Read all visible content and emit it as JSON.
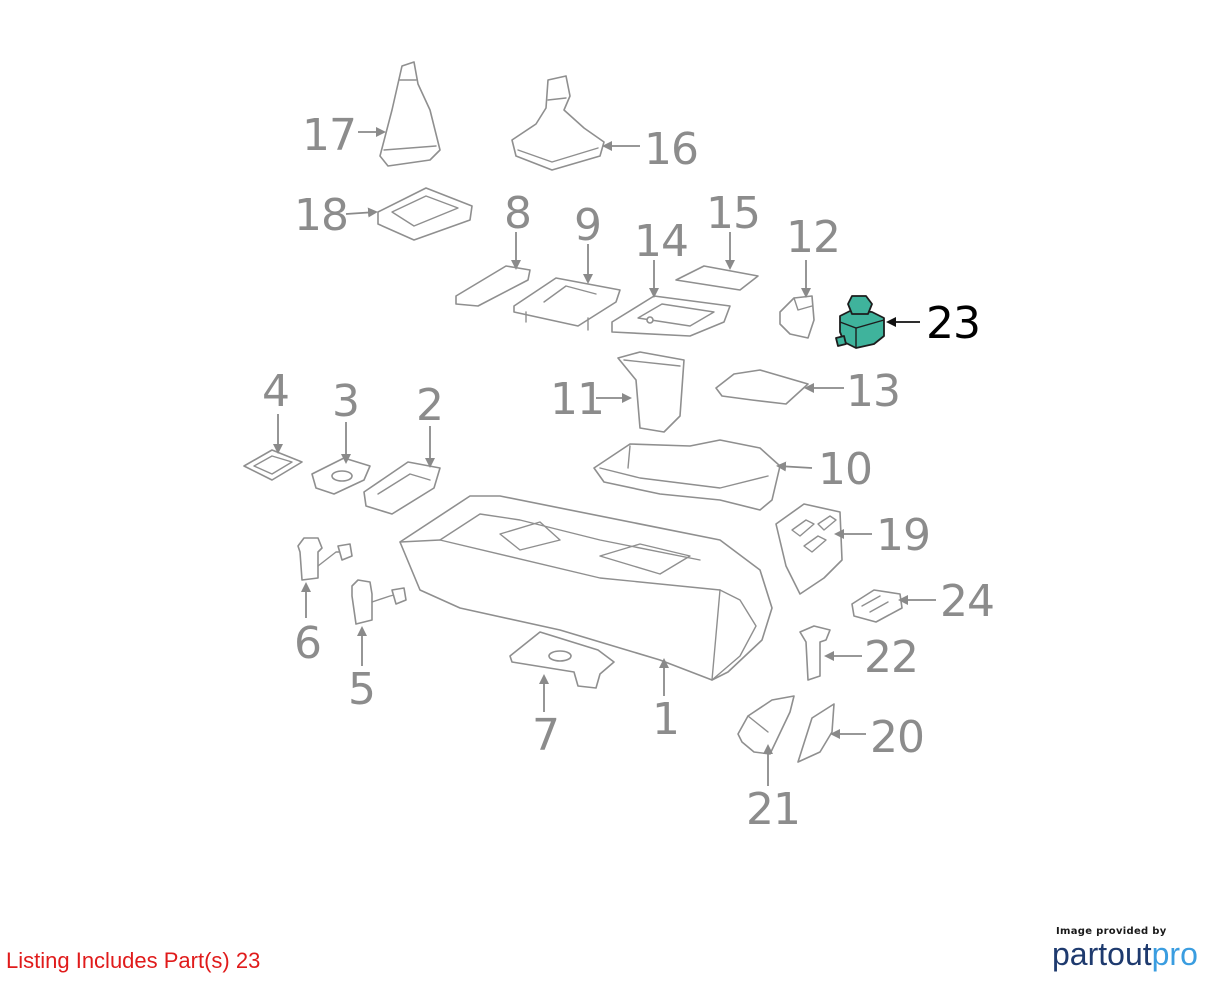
{
  "diagram": {
    "parts": [
      {
        "number": "1",
        "highlighted": false
      },
      {
        "number": "2",
        "highlighted": false
      },
      {
        "number": "3",
        "highlighted": false
      },
      {
        "number": "4",
        "highlighted": false
      },
      {
        "number": "5",
        "highlighted": false
      },
      {
        "number": "6",
        "highlighted": false
      },
      {
        "number": "7",
        "highlighted": false
      },
      {
        "number": "8",
        "highlighted": false
      },
      {
        "number": "9",
        "highlighted": false
      },
      {
        "number": "10",
        "highlighted": false
      },
      {
        "number": "11",
        "highlighted": false
      },
      {
        "number": "12",
        "highlighted": false
      },
      {
        "number": "13",
        "highlighted": false
      },
      {
        "number": "14",
        "highlighted": false
      },
      {
        "number": "15",
        "highlighted": false
      },
      {
        "number": "16",
        "highlighted": false
      },
      {
        "number": "17",
        "highlighted": false
      },
      {
        "number": "18",
        "highlighted": false
      },
      {
        "number": "19",
        "highlighted": false
      },
      {
        "number": "20",
        "highlighted": false
      },
      {
        "number": "21",
        "highlighted": false
      },
      {
        "number": "22",
        "highlighted": false
      },
      {
        "number": "23",
        "highlighted": true
      },
      {
        "number": "24",
        "highlighted": false
      }
    ],
    "highlight_color": "#3fb39c",
    "part_color": "#8f8f8f",
    "highlight_label_color": "#000000"
  },
  "listing_note": "Listing Includes Part(s) 23",
  "listing_note_color": "#e01b1b",
  "brand": {
    "caption": "Image provided by",
    "logo_part1": "partout",
    "logo_part2": "pro",
    "logo_color1": "#1e3a6e",
    "logo_color2": "#3a9de0"
  }
}
